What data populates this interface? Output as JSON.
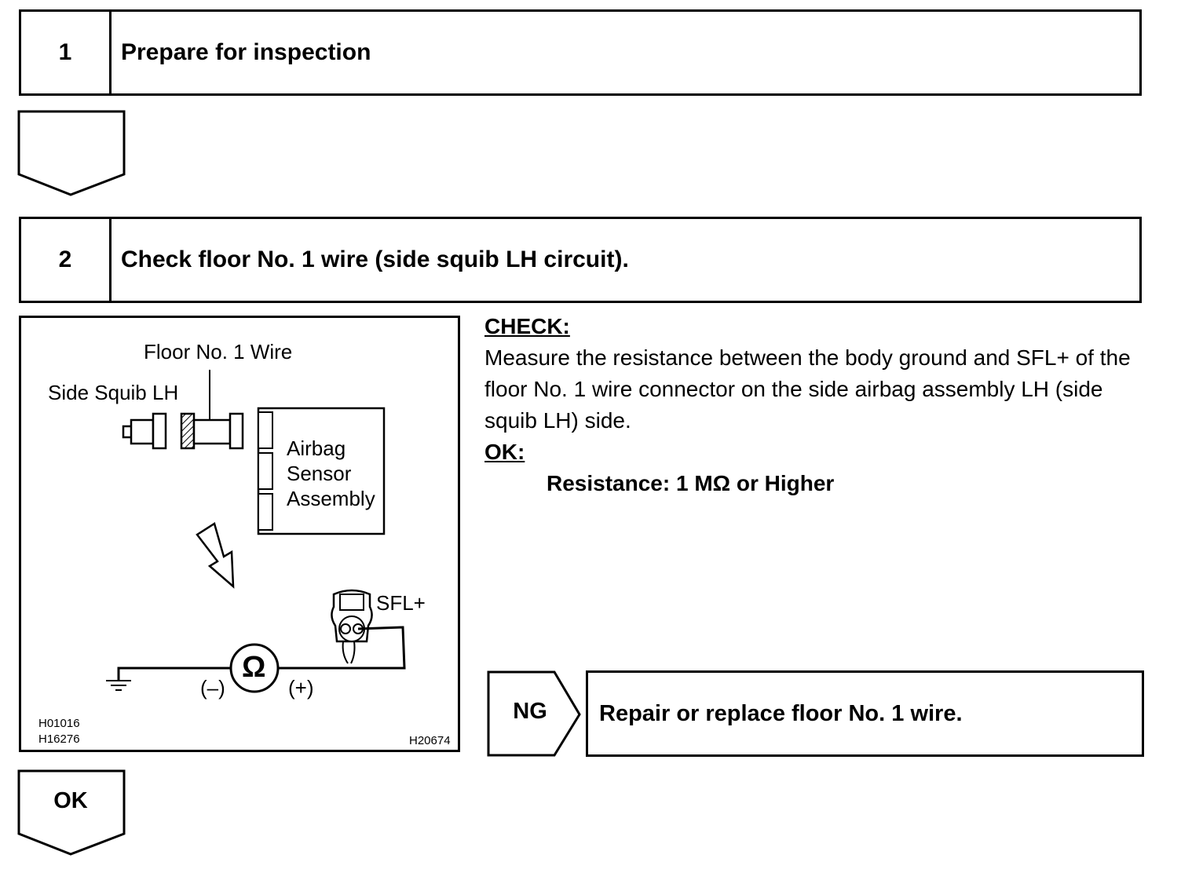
{
  "steps": [
    {
      "number": "1",
      "title": "Prepare for inspection"
    },
    {
      "number": "2",
      "title": "Check floor No. 1 wire (side squib LH circuit)."
    }
  ],
  "figure": {
    "label_floor_wire": "Floor No. 1 Wire",
    "label_side_squib": "Side Squib LH",
    "label_airbag_line1": "Airbag",
    "label_airbag_line2": "Sensor",
    "label_airbag_line3": "Assembly",
    "label_sfl": "SFL+",
    "label_ohm": "Ω",
    "label_minus": "(–)",
    "label_plus": "(+)",
    "code_1": "H01016",
    "code_2": "H16276",
    "code_3": "H20674"
  },
  "check": {
    "heading": "CHECK:",
    "text": "Measure the resistance between the body ground and SFL+ of the floor No. 1 wire connector on the side airbag assembly LH (side squib LH) side.",
    "ok_heading": "OK:",
    "spec": "Resistance: 1 MΩ or Higher"
  },
  "result_ng": {
    "label": "NG",
    "text": "Repair or replace floor No. 1 wire."
  },
  "result_ok": {
    "label": "OK"
  }
}
